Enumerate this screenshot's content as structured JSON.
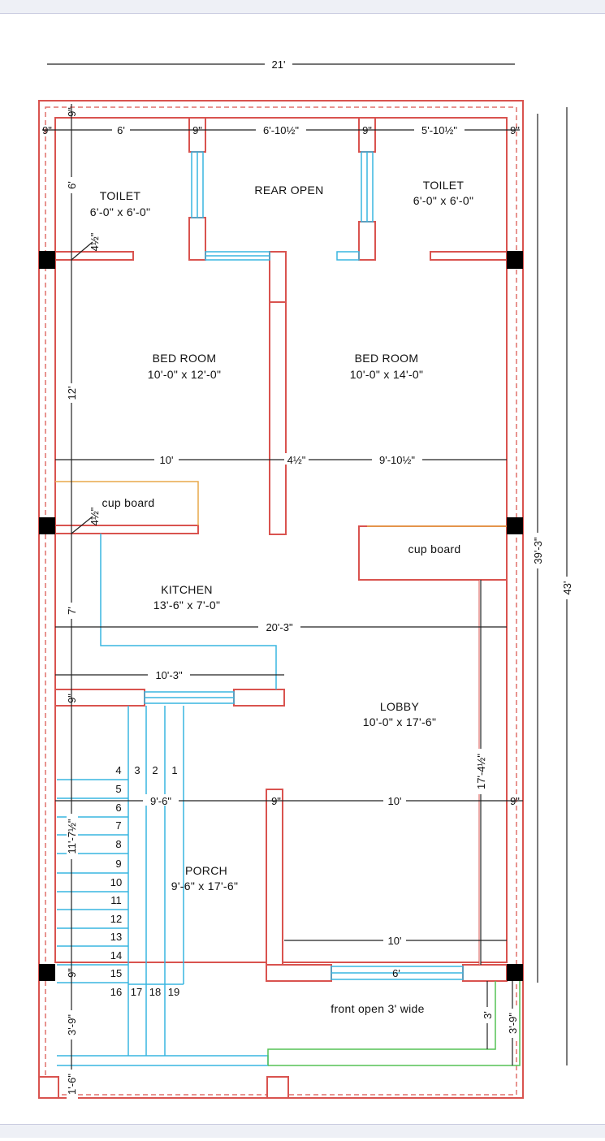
{
  "rooms": {
    "toilet_left": {
      "name": "TOILET",
      "size": "6'-0\" x 6'-0\""
    },
    "rear_open": {
      "name": "REAR OPEN"
    },
    "toilet_right": {
      "name": "TOILET",
      "size": "6'-0\" x 6'-0\""
    },
    "bed_left": {
      "name": "BED ROOM",
      "size": "10'-0\" x 12'-0\""
    },
    "bed_right": {
      "name": "BED ROOM",
      "size": "10'-0\" x 14'-0\""
    },
    "cupboard_left": {
      "name": "cup board"
    },
    "cupboard_right": {
      "name": "cup board"
    },
    "kitchen": {
      "name": "KITCHEN",
      "size": "13'-6\" x 7'-0\""
    },
    "lobby": {
      "name": "LOBBY",
      "size": "10'-0\" x 17'-6\""
    },
    "porch": {
      "name": "PORCH",
      "size": "9'-6\" x 17'-6\""
    },
    "front_open": {
      "name": "front open 3' wide"
    }
  },
  "dimensions": {
    "overall_width": "21'",
    "top_wall_left": "9\"",
    "toilet_left_w": "6'",
    "mid_wall_1": "9\"",
    "rear_open_w": "6'-10½\"",
    "mid_wall_2": "9\"",
    "toilet_right_w": "5'-10½\"",
    "top_wall_right": "9\"",
    "bed_left_w": "10'",
    "partition": "4½\"",
    "bed_right_w": "9'-10½\"",
    "kitchen_w": "20'-3\"",
    "stair_w": "10'-3\"",
    "porch_w": "9'-6\"",
    "lobby_wall_l": "9\"",
    "lobby_w": "10'",
    "lobby_wall_r": "9\"",
    "lobby_inner_w": "10'",
    "front_door_w": "6'",
    "v_top_wall": "9\"",
    "v_toilet": "6'",
    "v_toilet_wall": "4½\"",
    "v_bed": "12'",
    "v_cup_wall": "4½\"",
    "v_kitchen": "7'",
    "v_kitchen_wall": "9\"",
    "v_stair": "11'-7½\"",
    "v_porch_wall": "9\"",
    "v_front": "3'-9\"",
    "v_plinth": "1'-6\"",
    "v_lobby": "17'-4½\"",
    "v_front_open": "3'",
    "v_right_setback": "3'-9\"",
    "v_inner_total": "39'-3\"",
    "v_overall": "43'"
  },
  "stair_steps": [
    "1",
    "2",
    "3",
    "4",
    "5",
    "6",
    "7",
    "8",
    "9",
    "10",
    "11",
    "12",
    "13",
    "14",
    "15",
    "16",
    "17",
    "18",
    "19"
  ],
  "colors": {
    "wall": "#d9534f",
    "wall_dashed": "#e0706c",
    "window": "#39b6e0",
    "column": "#000000",
    "cupboard": "#e8a94a",
    "green_line": "#55c255",
    "dim_line": "#222222"
  }
}
